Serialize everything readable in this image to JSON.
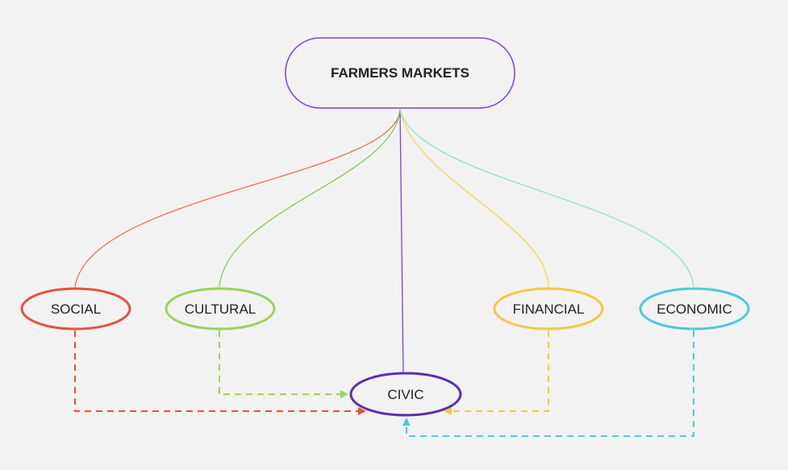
{
  "root": {
    "label": "FARMERS MARKETS",
    "color": "#7b3fe4"
  },
  "nodes": [
    {
      "id": "social",
      "label": "SOCIAL",
      "color": "#e5533a",
      "line": "#ef6d4f"
    },
    {
      "id": "cultural",
      "label": "CULTURAL",
      "color": "#9bd35a",
      "line": "#7fcc4a"
    },
    {
      "id": "financial",
      "label": "FINANCIAL",
      "color": "#f5c842",
      "line": "#f5d84a"
    },
    {
      "id": "economic",
      "label": "ECONOMIC",
      "color": "#4fc8d6",
      "line": "#8ee3d8"
    },
    {
      "id": "civic",
      "label": "CIVIC",
      "color": "#5a2db3",
      "line": "#7b3fe4"
    }
  ]
}
